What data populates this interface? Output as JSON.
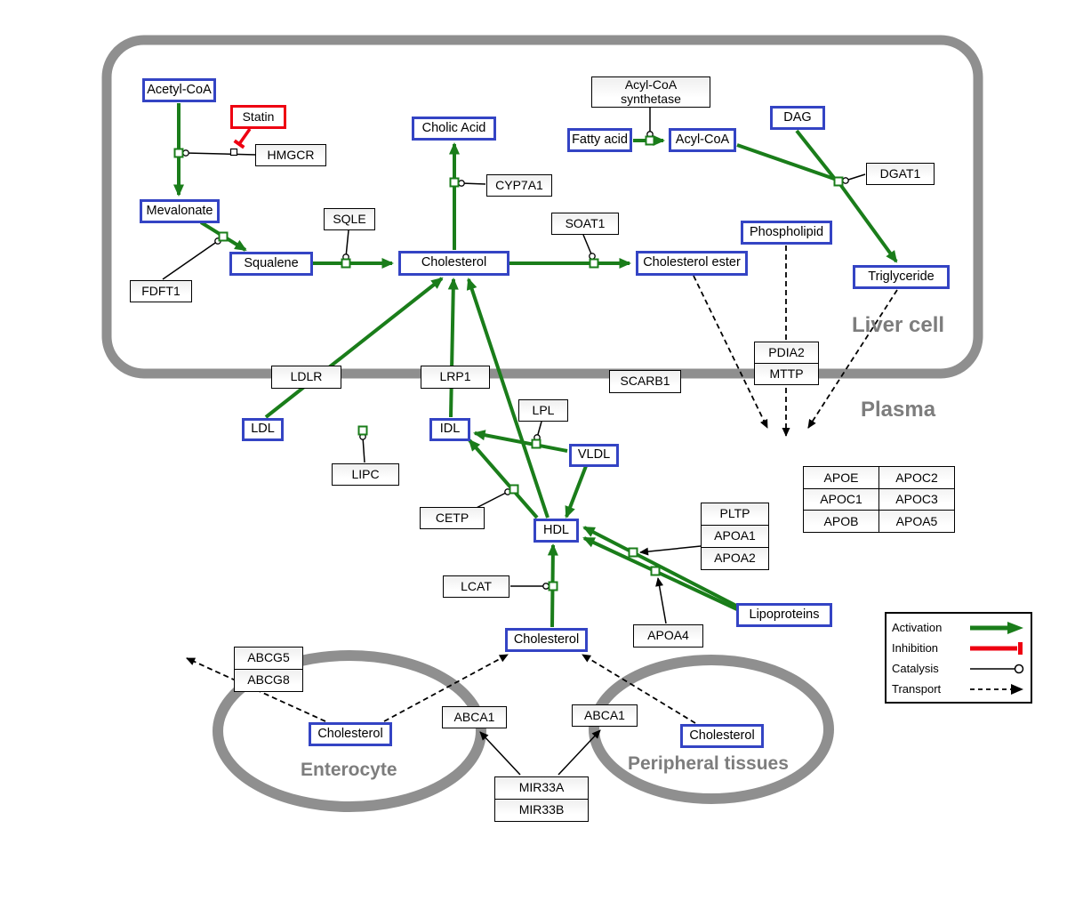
{
  "compartments": {
    "liver": "Liver cell",
    "plasma": "Plasma",
    "enterocyte": "Enterocyte",
    "peripheral": "Peripheral tissues"
  },
  "nodes": {
    "acetyl_coa": {
      "label": "Acetyl-CoA"
    },
    "statin": {
      "label": "Statin"
    },
    "hmgcr": {
      "label": "HMGCR"
    },
    "mevalonate": {
      "label": "Mevalonate"
    },
    "fdft1": {
      "label": "FDFT1"
    },
    "squalene": {
      "label": "Squalene"
    },
    "sqle": {
      "label": "SQLE"
    },
    "cholesterol_liver": {
      "label": "Cholesterol"
    },
    "cholic_acid": {
      "label": "Cholic Acid"
    },
    "cyp7a1": {
      "label": "CYP7A1"
    },
    "soat1": {
      "label": "SOAT1"
    },
    "cholesterol_ester": {
      "label": "Cholesterol ester"
    },
    "acyl_coa_synthetase": {
      "label": "Acyl-CoA synthetase"
    },
    "fatty_acid": {
      "label": "Fatty acid"
    },
    "acyl_coa": {
      "label": "Acyl-CoA"
    },
    "dag": {
      "label": "DAG"
    },
    "dgat1": {
      "label": "DGAT1"
    },
    "phospholipid": {
      "label": "Phospholipid"
    },
    "triglyceride": {
      "label": "Triglyceride"
    },
    "ldlr": {
      "label": "LDLR"
    },
    "lrp1": {
      "label": "LRP1"
    },
    "scarb1": {
      "label": "SCARB1"
    },
    "pdia2": {
      "label": "PDIA2"
    },
    "mttp": {
      "label": "MTTP"
    },
    "ldl": {
      "label": "LDL"
    },
    "idl": {
      "label": "IDL"
    },
    "lipc": {
      "label": "LIPC"
    },
    "lpl": {
      "label": "LPL"
    },
    "vldl": {
      "label": "VLDL"
    },
    "cetp": {
      "label": "CETP"
    },
    "hdl": {
      "label": "HDL"
    },
    "pltp": {
      "label": "PLTP"
    },
    "apoa1": {
      "label": "APOA1"
    },
    "apoa2": {
      "label": "APOA2"
    },
    "lcat": {
      "label": "LCAT"
    },
    "apoa4": {
      "label": "APOA4"
    },
    "lipoproteins": {
      "label": "Lipoproteins"
    },
    "cholesterol_plasma": {
      "label": "Cholesterol"
    },
    "abcg5": {
      "label": "ABCG5"
    },
    "abcg8": {
      "label": "ABCG8"
    },
    "cholesterol_enterocyte": {
      "label": "Cholesterol"
    },
    "abca1_left": {
      "label": "ABCA1"
    },
    "abca1_right": {
      "label": "ABCA1"
    },
    "cholesterol_peripheral": {
      "label": "Cholesterol"
    },
    "mir33a": {
      "label": "MIR33A"
    },
    "mir33b": {
      "label": "MIR33B"
    }
  },
  "apo_table": {
    "rows": [
      [
        "APOE",
        "APOC2"
      ],
      [
        "APOC1",
        "APOC3"
      ],
      [
        "APOB",
        "APOA5"
      ]
    ]
  },
  "legend": {
    "activation": "Activation",
    "inhibition": "Inhibition",
    "catalysis": "Catalysis",
    "transport": "Transport"
  },
  "colors": {
    "activation": "#1a7d1a",
    "inhibition": "#ee0011",
    "metabolite_border": "#3444c4",
    "compartment": "#8f8f8f"
  }
}
